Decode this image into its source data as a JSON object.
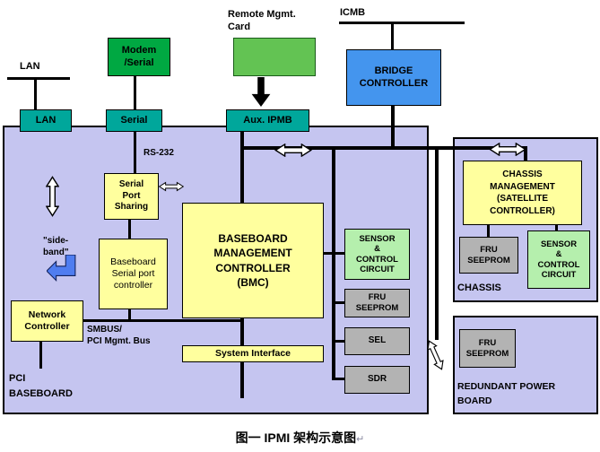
{
  "colors": {
    "board_bg": "#c5c5f0",
    "teal": "#00a79b",
    "green_mid": "#00a842",
    "green_card": "#63c353",
    "green_pale": "#b5efad",
    "yellow": "#ffff9e",
    "blue": "#4495ee",
    "gray": "#b3b3b3"
  },
  "caption": {
    "text": "图一 IPMI 架构示意图",
    "mark": "↵"
  },
  "top": {
    "lan": "LAN",
    "modem_serial": "Modem\n/Serial",
    "remote_mgmt": "Remote Mgmt.\nCard",
    "icmb": "ICMB",
    "bridge": "BRIDGE\nCONTROLLER"
  },
  "ports": {
    "lan": "LAN",
    "serial": "Serial",
    "aux_ipmb": "Aux. IPMB"
  },
  "board": {
    "rs232": "RS-232",
    "serial_port_sharing": "Serial\nPort\nSharing",
    "bmc": "BASEBOARD\nMANAGEMENT\nCONTROLLER\n(BMC)",
    "baseboard_serial_controller": "Baseboard\nSerial port\ncontroller",
    "side_band": "\"side-\nband\"",
    "network_controller": "Network\nController",
    "smbus": "SMBUS/\nPCI Mgmt. Bus",
    "system_interface": "System Interface",
    "sensor_control": "SENSOR\n&\nCONTROL\nCIRCUIT",
    "fru_seeprom": "FRU\nSEEPROM",
    "sel": "SEL",
    "sdr": "SDR",
    "name": "PCI\nBASEBOARD"
  },
  "chassis": {
    "management": "CHASSIS\nMANAGEMENT\n(SATELLITE\nCONTROLLER)",
    "fru_seeprom": "FRU\nSEEPROM",
    "sensor_control": "SENSOR\n&\nCONTROL\nCIRCUIT",
    "name": "CHASSIS"
  },
  "power": {
    "fru_seeprom": "FRU\nSEEPROM",
    "name": "REDUNDANT POWER\nBOARD"
  }
}
